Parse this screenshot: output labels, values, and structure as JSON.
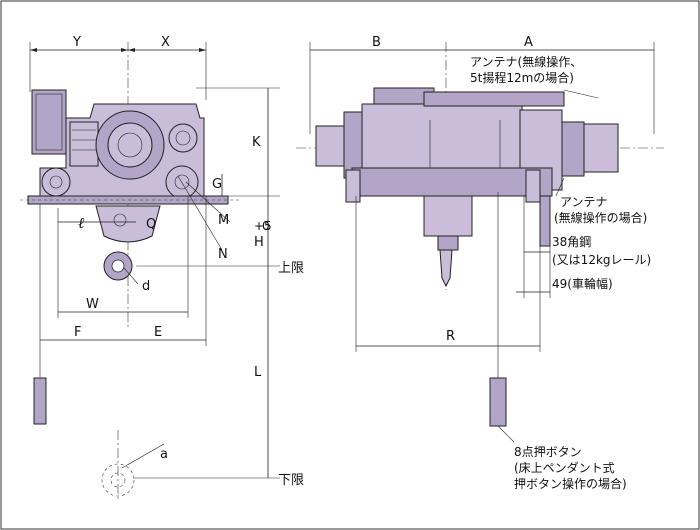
{
  "labels": {
    "Y": "Y",
    "X": "X",
    "B": "B",
    "A": "A",
    "K": "K",
    "G": "G",
    "M": "M",
    "N": "N",
    "Q": "Q",
    "ell": "ℓ",
    "H": "H",
    "H_tol": "+5",
    "H_tol2": "0",
    "d": "d",
    "W": "W",
    "F": "F",
    "E": "E",
    "L": "L",
    "R": "R",
    "a": "a",
    "upper_limit": "上限",
    "lower_limit": "下限"
  },
  "notes": {
    "antenna1_l1": "アンテナ(無線操作、",
    "antenna1_l2": "5t揚程12mの場合)",
    "antenna2_l1": "アンテナ",
    "antenna2_l2": "(無線操作の場合)",
    "rail_l1": "38角鋼",
    "rail_l2": "(又は12kgレール)",
    "wheel": "49(車輪幅)",
    "pb_l1": "8点押ボタン",
    "pb_l2": "(床上ペンダント式",
    "pb_l3": "押ボタン操作の場合)"
  },
  "colors": {
    "body": "#c9bdd9",
    "line": "#222222"
  }
}
